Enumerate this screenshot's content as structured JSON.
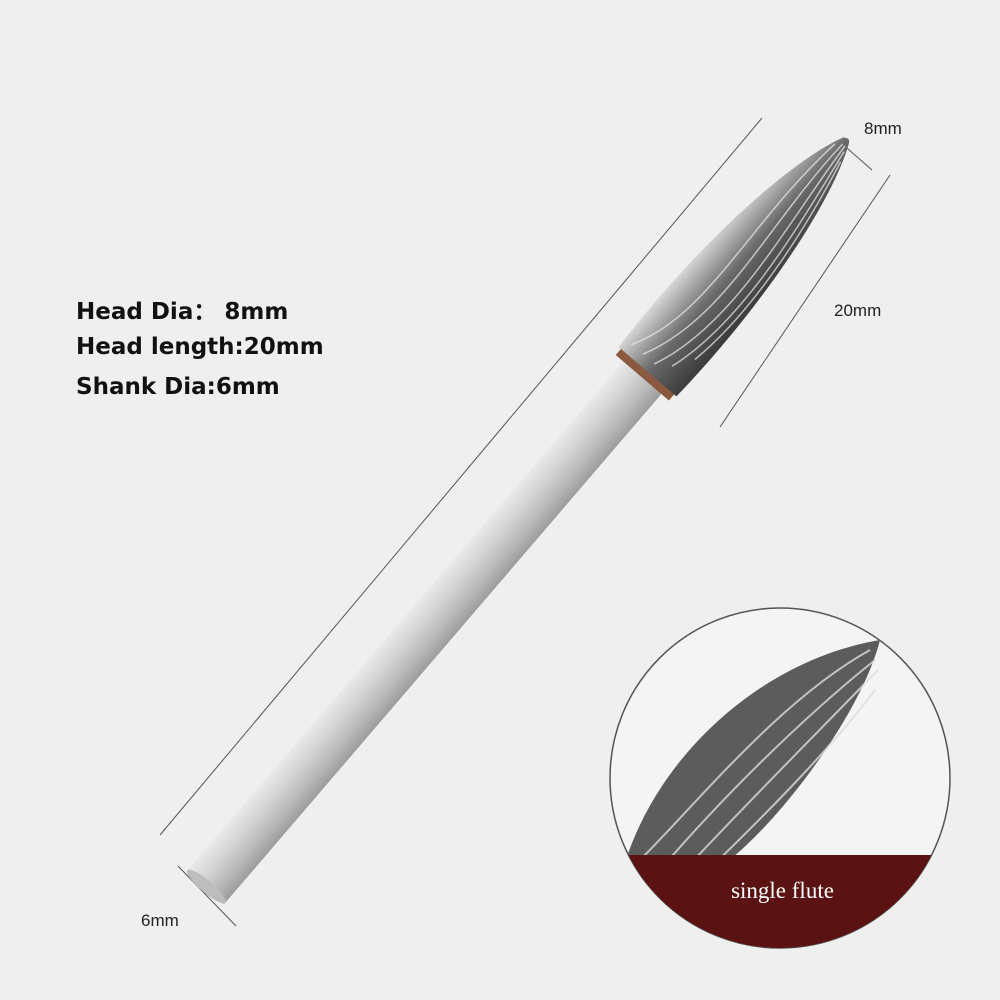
{
  "specs": {
    "head_dia": "Head Dia：  8mm",
    "head_length": "Head length:20mm",
    "shank_dia": "Shank Dia:6mm"
  },
  "dimensions": {
    "head_dia_label": "8mm",
    "head_length_label": "20mm",
    "shank_dia_label": "6mm"
  },
  "inset": {
    "caption": "single flute",
    "band_color": "#5a1212"
  },
  "colors": {
    "background": "#efefef",
    "shank": "#c9c9c9"
  }
}
